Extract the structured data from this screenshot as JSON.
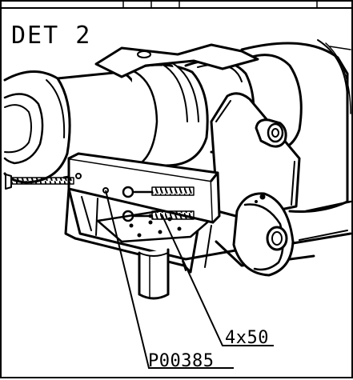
{
  "drawing": {
    "detail_label": "DET 2",
    "callouts": {
      "screw": "4x50",
      "part_number": "P00385"
    }
  }
}
